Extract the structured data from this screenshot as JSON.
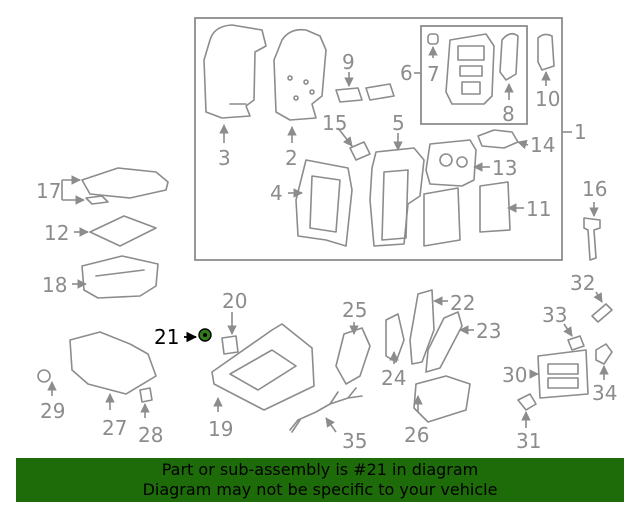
{
  "diagram": {
    "labels": {
      "l1": "1",
      "l2": "2",
      "l3": "3",
      "l4": "4",
      "l5": "5",
      "l6": "6",
      "l7": "7",
      "l8": "8",
      "l9": "9",
      "l10": "10",
      "l11": "11",
      "l12": "12",
      "l13": "13",
      "l14": "14",
      "l15": "15",
      "l16": "16",
      "l17": "17",
      "l18": "18",
      "l19": "19",
      "l20": "20",
      "l21": "21",
      "l22": "22",
      "l23": "23",
      "l24": "24",
      "l25": "25",
      "l26": "26",
      "l27": "27",
      "l28": "28",
      "l29": "29",
      "l30": "30",
      "l31": "31",
      "l32": "32",
      "l33": "33",
      "l34": "34",
      "l35": "35"
    },
    "highlighted_part": "21",
    "colors": {
      "line": "#8c8c8c",
      "highlight_fill": "#2f7d1b",
      "banner": "#1e6b0a"
    }
  },
  "banner": {
    "line1": "Part or sub-assembly is #21 in diagram",
    "line2": "Diagram may not be specific to your vehicle"
  }
}
